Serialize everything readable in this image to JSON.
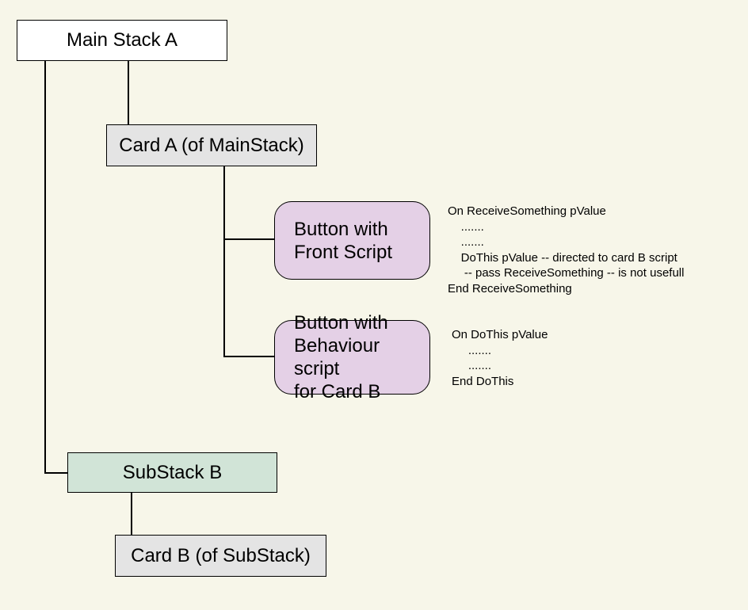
{
  "colors": {
    "background": "#f7f6e9",
    "mainstack_fill": "#ffffff",
    "card_fill": "#e4e4e4",
    "button_fill": "#e4d0e6",
    "substack_fill": "#d1e4d7",
    "connector": "#000000",
    "text": "#000000"
  },
  "nodes": {
    "main_stack_a": {
      "label": "Main Stack A"
    },
    "card_a": {
      "label": "Card A (of MainStack)"
    },
    "button_front_script": {
      "label": [
        "Button with",
        "Front Script"
      ]
    },
    "button_behaviour_script": {
      "label": [
        "Button with",
        "Behaviour script",
        "for Card B"
      ]
    },
    "substack_b": {
      "label": "SubStack B"
    },
    "card_b": {
      "label": "Card B (of SubStack)"
    }
  },
  "scripts": {
    "front_script": {
      "lines": [
        "On ReceiveSomething pValue",
        "    .......",
        "    .......",
        "    DoThis pValue -- directed to card B script",
        "     -- pass ReceiveSomething -- is not usefull",
        "End ReceiveSomething"
      ]
    },
    "behaviour_script": {
      "lines": [
        "On DoThis pValue",
        "     .......",
        "     .......",
        "End DoThis"
      ]
    }
  }
}
